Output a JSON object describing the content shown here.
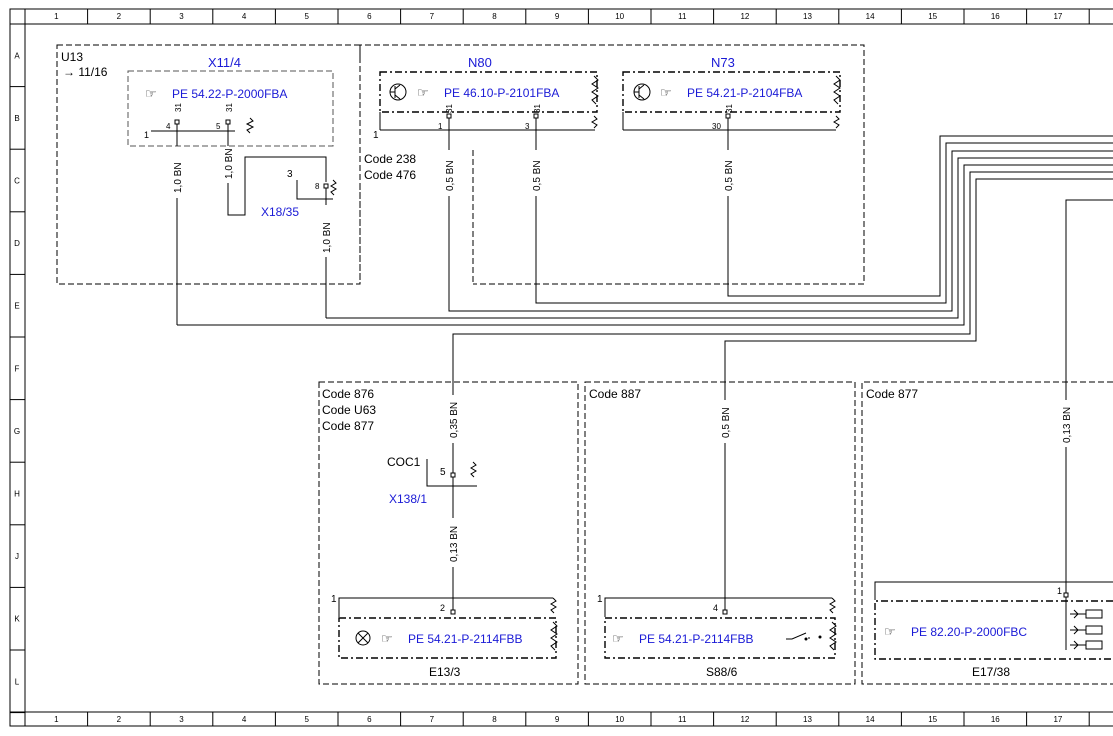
{
  "ruler": {
    "columns": [
      "1",
      "2",
      "3",
      "4",
      "5",
      "6",
      "7",
      "8",
      "9",
      "10",
      "11",
      "12",
      "13",
      "14",
      "15",
      "16",
      "17"
    ],
    "rows": [
      "A",
      "B",
      "C",
      "D",
      "E",
      "F",
      "G",
      "H",
      "J",
      "K",
      "L"
    ]
  },
  "u13": {
    "label": "U13",
    "ref": "→ 11/16",
    "x11": {
      "title": "X11/4",
      "pe": "PE 54.22-P-2000FBA",
      "pin_left": "1",
      "pin4": "4",
      "pin5": "5",
      "sub31a": "31",
      "sub31b": "31",
      "wire4": "1,0 BN",
      "wire5": "1,0 BN"
    },
    "x18": {
      "title": "X18/35",
      "pin_left": "3",
      "pin8": "8",
      "wire": "1,0 BN"
    },
    "codes": [
      "Code 238",
      "Code 476"
    ]
  },
  "n80": {
    "title": "N80",
    "pe": "PE 46.10-P-2101FBA",
    "pin_left": "1",
    "pin1": "1",
    "pin3": "3",
    "sub31a": "31",
    "sub31b": "31",
    "wire1": "0,5 BN",
    "wire3": "0,5 BN"
  },
  "n73": {
    "title": "N73",
    "pe": "PE 54.21-P-2104FBA",
    "pin30": "30",
    "sub31": "31",
    "wire": "0,5 BN"
  },
  "e13": {
    "codes": [
      "Code 876",
      "Code U63",
      "Code 877"
    ],
    "wire_top": "0,35 BN",
    "coc_label": "COC1",
    "coc_pin": "5",
    "x138": "X138/1",
    "wire_bottom": "0,13 BN",
    "pin_left": "1",
    "pin2": "2",
    "pe": "PE 54.21-P-2114FBB",
    "name": "E13/3"
  },
  "s88": {
    "code": "Code 887",
    "wire": "0,5 BN",
    "pin_left": "1",
    "pin4": "4",
    "pe": "PE 54.21-P-2114FBB",
    "name": "S88/6"
  },
  "e17": {
    "code": "Code 877",
    "wire": "0,13 BN",
    "pin1": "1",
    "pe": "PE 82.20-P-2000FBC",
    "name": "E17/38"
  }
}
